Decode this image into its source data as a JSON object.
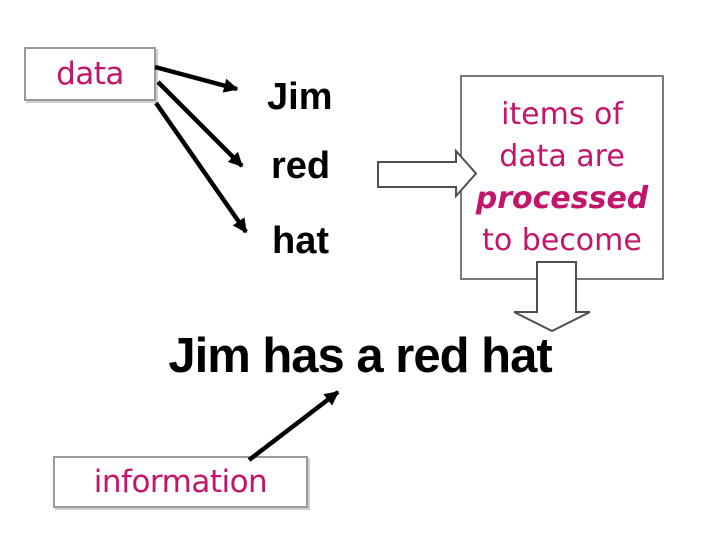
{
  "colors": {
    "accent_pink": "#C2156B",
    "text_black": "#000000",
    "box_border_gray": "#9A9A9A",
    "block_arrow_outline": "#4F4F4F",
    "connector_arrow": "#000000",
    "background": "#FFFFFF"
  },
  "boxes": {
    "data": {
      "label": "data"
    },
    "items": {
      "line1": "items of",
      "line2": "data are",
      "line3": "processed",
      "line4": "to become"
    },
    "information": {
      "label": "information"
    }
  },
  "data_words": {
    "word1": "Jim",
    "word2": "red",
    "word3": "hat"
  },
  "result_sentence": "Jim has a red hat"
}
